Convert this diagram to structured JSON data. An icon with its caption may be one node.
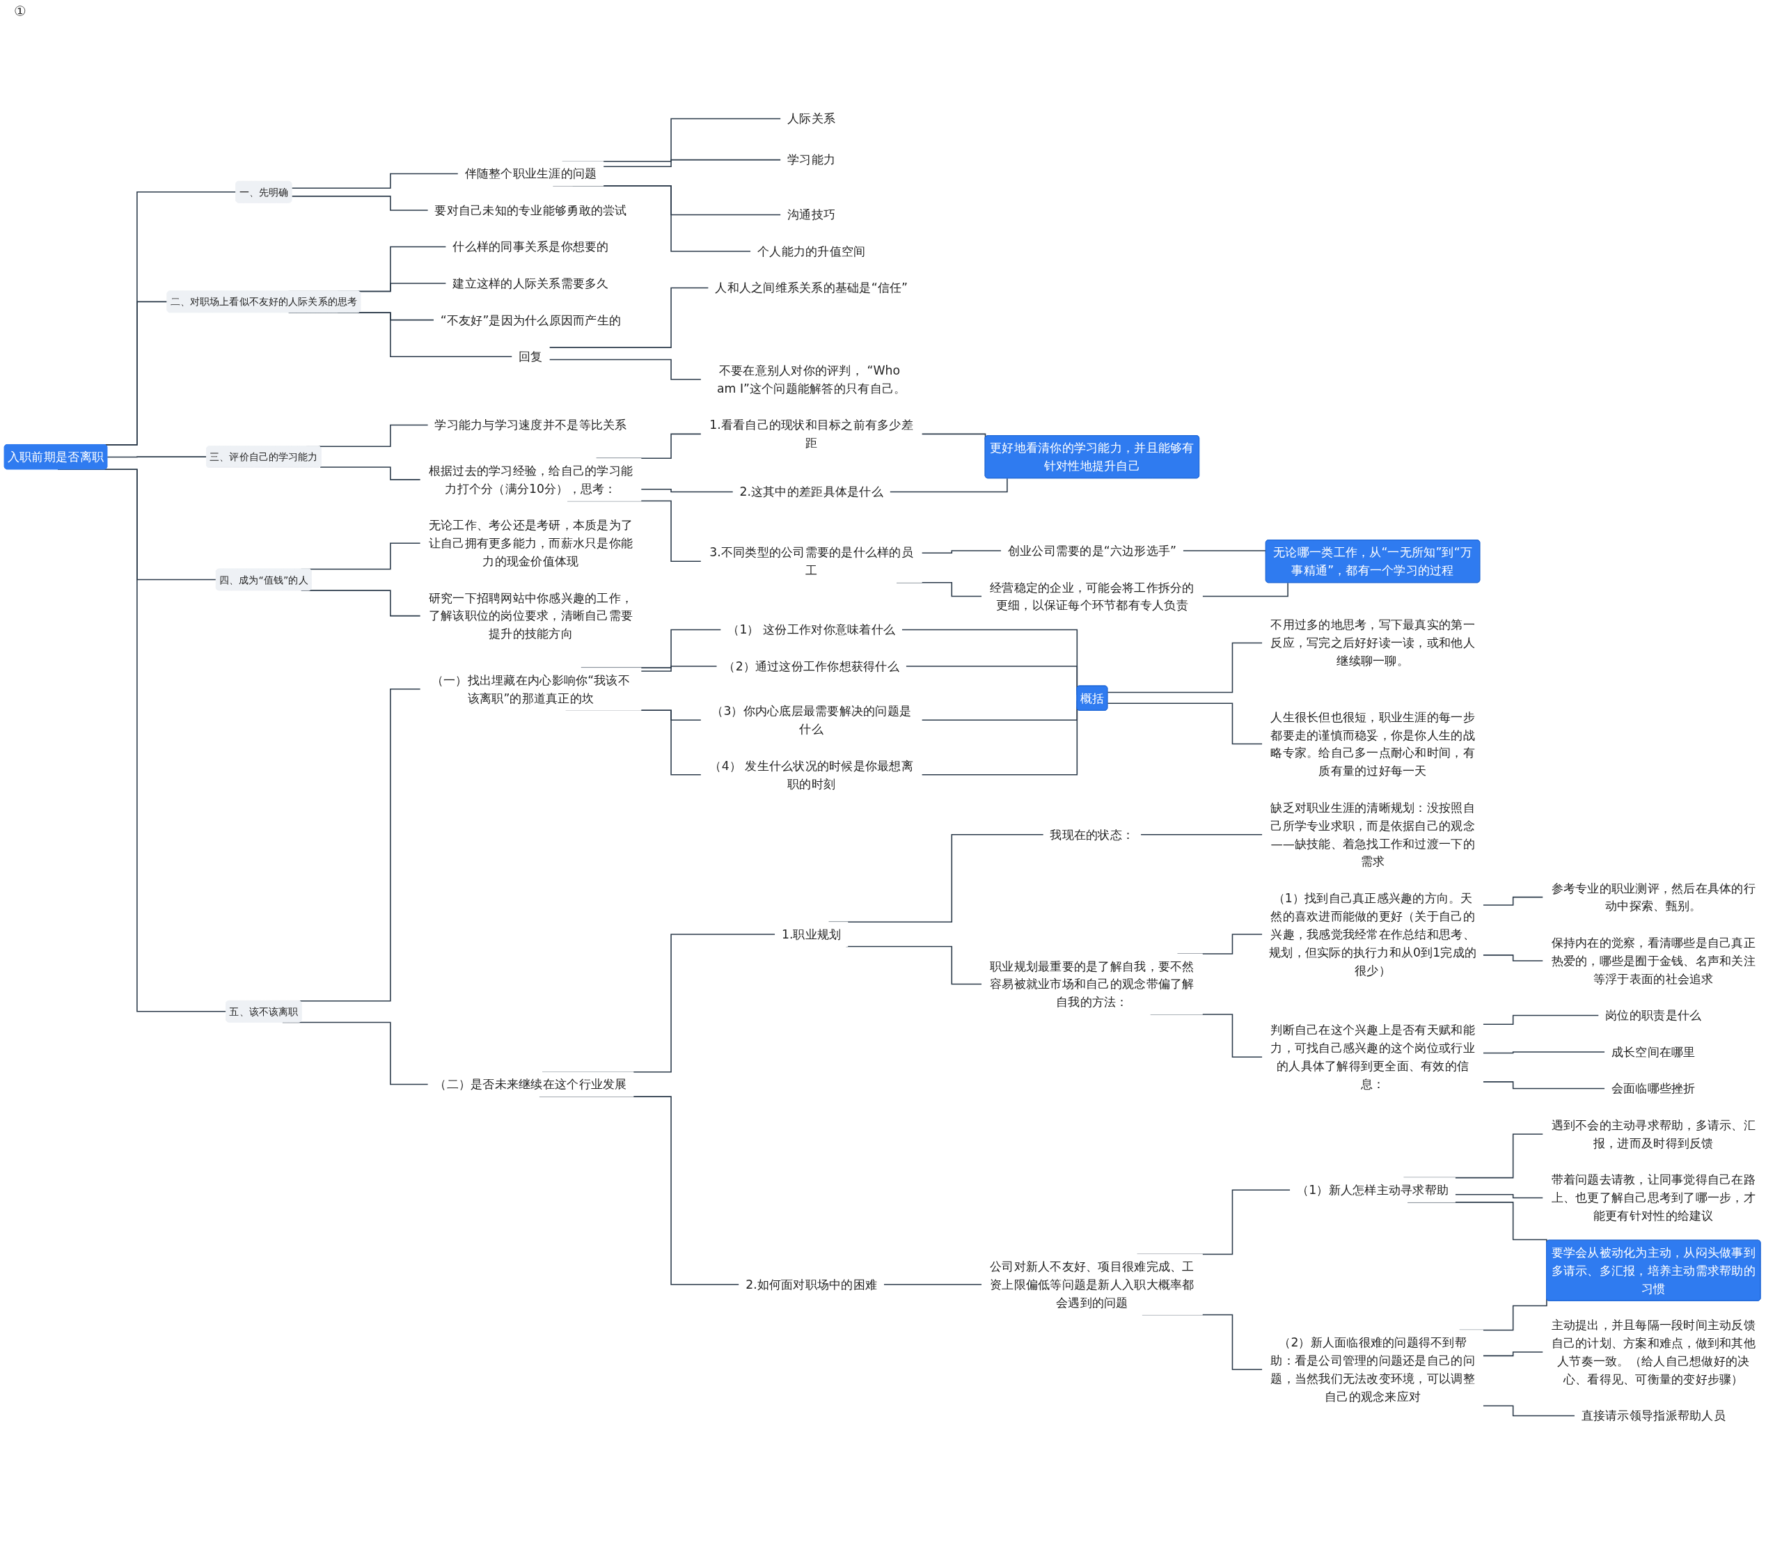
{
  "diagram": {
    "nodes": [
      {
        "text": [
          "入职前期是否离职"
        ]
      },
      {
        "text": [
          "一、先明确"
        ]
      },
      {
        "text": [
          "伴随整个职业生涯的问题"
        ]
      },
      {
        "text": [
          "人际关系"
        ]
      },
      {
        "text": [
          "学习能力"
        ]
      },
      {
        "text": [
          "沟通技巧"
        ]
      },
      {
        "text": [
          "个人能力的升值空间"
        ]
      },
      {
        "text": [
          "要对自己未知的专业能够勇敢的尝试"
        ]
      },
      {
        "text": [
          "二、对职场上看似不友好的人际关系的思考"
        ]
      },
      {
        "text": [
          "什么样的同事关系是你想要的"
        ]
      },
      {
        "text": [
          "建立这样的人际关系需要多久"
        ]
      },
      {
        "text": [
          "“不友好”是因为什么原因而产生的"
        ]
      },
      {
        "text": [
          "回复"
        ]
      },
      {
        "text": [
          "人和人之间维系关系的基础是“信任”"
        ]
      },
      {
        "text": [
          "不要在意别人对你的评判， “Who am I”这个问题能解答的只有自己。"
        ]
      },
      {
        "text": [
          "三、评价自己的学习能力"
        ]
      },
      {
        "text": [
          "学习能力与学习速度并不是等比关系"
        ]
      },
      {
        "text": [
          "根据过去的学习经验，给自己的学习能力打个分（满分10分），思考："
        ]
      },
      {
        "text": [
          "1.看看自己的现状和目标之前有多少差距"
        ]
      },
      {
        "text": [
          "2.这其中的差距具体是什么"
        ]
      },
      {
        "text": [
          "更好地看清你的学习能力，并且能够有针对性地提升自己"
        ]
      },
      {
        "text": [
          "3.不同类型的公司需要的是什么样的员工"
        ]
      },
      {
        "text": [
          "创业公司需要的是“六边形选手”"
        ]
      },
      {
        "text": [
          "经营稳定的企业，可能会将工作拆分的更细，以保证每个环节都有专人负责"
        ]
      },
      {
        "text": [
          "无论哪一类工作，从“一无所知”到“万事精通”，都有一个学习的过程"
        ]
      },
      {
        "text": [
          "四、成为“值钱”的人"
        ]
      },
      {
        "text": [
          "无论工作、考公还是考研，本质是为了让自己拥有更多能力，而薪水只是你能力的现金价值体现"
        ]
      },
      {
        "text": [
          "研究一下招聘网站中你感兴趣的工作，了解该职位的岗位要求，清晰自己需要提升的技能方向"
        ]
      },
      {
        "text": [
          "五、该不该离职"
        ]
      },
      {
        "text": [
          "（一）找出埋藏在内心影响你“我该不该离职”的那道真正的坎"
        ]
      },
      {
        "text": [
          "（1） 这份工作对你意味着什么"
        ]
      },
      {
        "text": [
          "（2）通过这份工作你想获得什么"
        ]
      },
      {
        "text": [
          "（3）你内心底层最需要解决的问题是什么"
        ]
      },
      {
        "text": [
          "（4） 发生什么状况的时候是你最想离职的时刻"
        ]
      },
      {
        "text": [
          "概括"
        ]
      },
      {
        "text": [
          "不用过多的地思考，写下最真实的第一反应，写完之后好好读一读，或和他人继续聊一聊。"
        ]
      },
      {
        "text": [
          "人生很长但也很短，职业生涯的每一步都要走的谨慎而稳妥，你是你人生的战略专家。给自己多一点耐心和时间，有质有量的过好每一天"
        ]
      },
      {
        "text": [
          "（二）是否未来继续在这个行业发展"
        ]
      },
      {
        "text": [
          "1.职业规划"
        ]
      },
      {
        "text": [
          "我现在的状态："
        ]
      },
      {
        "text": [
          "缺乏对职业生涯的清晰规划：没按照自己所学专业求职，而是依据自己的观念——缺技能、着急找工作和过渡一下的需求"
        ]
      },
      {
        "text": [
          "职业规划最重要的是了解自我，要不然容易被就业市场和自己的观念带偏了解自我的方法："
        ]
      },
      {
        "text": [
          "（1）找到自己真正感兴趣的方向。天然的喜欢进而能做的更好（关于自己的兴趣，我感觉我经常在作总结和思考、规划，但实际的执行力和从0到1完成的很少）"
        ]
      },
      {
        "text": [
          "参考专业的职业测评，然后在具体的行动中探索、甄别。"
        ]
      },
      {
        "text": [
          "保持内在的觉察，看清哪些是自己真正热爱的，哪些是囿于金钱、名声和关注等浮于表面的社会追求"
        ]
      },
      {
        "text": [
          "判断自己在这个兴趣上是否有天赋和能力，可找自己感兴趣的这个岗位或行业的人具体了解得到更全面、有效的信息："
        ]
      },
      {
        "text": [
          "岗位的职责是什么"
        ]
      },
      {
        "text": [
          "成长空间在哪里"
        ]
      },
      {
        "text": [
          "会面临哪些挫折"
        ]
      },
      {
        "text": [
          "2.如何面对职场中的困难"
        ]
      },
      {
        "text": [
          "公司对新人不友好、项目很难完成、工资上限偏低等问题是新人入职大概率都会遇到的问题"
        ]
      },
      {
        "text": [
          "（1）新人怎样主动寻求帮助"
        ]
      },
      {
        "text": [
          "遇到不会的主动寻求帮助，多请示、汇报，进而及时得到反馈"
        ]
      },
      {
        "text": [
          "带着问题去请教，让同事觉得自己在路上、也更了解自己思考到了哪一步，才能更有针对性的给建议"
        ]
      },
      {
        "text": [
          "（2）新人面临很难的问题得不到帮助：看是公司管理的问题还是自己的问题，当然我们无法改变环境，可以调整自己的观念来应对"
        ]
      },
      {
        "text": [
          "主动提出，并且每隔一段时间主动反馈自己的计划、方案和难点，做到和其他人节奏一致。（给人自己想做好的决心、看得见、可衡量的变好步骤）"
        ]
      },
      {
        "text": [
          "直接请示领导指派帮助人员"
        ]
      },
      {
        "text": [
          "要学会从被动化为主动，从闷头做事到多请示、多汇报，培养主动需求帮助的习惯"
        ]
      }
    ],
    "edges": [
      {
        "from": 0,
        "to": 1,
        "arrow": "none"
      },
      {
        "from": 1,
        "to": 2,
        "arrow": "none"
      },
      {
        "from": 2,
        "to": 3,
        "arrow": "none"
      },
      {
        "from": 2,
        "to": 4,
        "arrow": "none"
      },
      {
        "from": 2,
        "to": 5,
        "arrow": "none"
      },
      {
        "from": 2,
        "to": 6,
        "arrow": "none"
      },
      {
        "from": 1,
        "to": 7,
        "arrow": "none"
      },
      {
        "from": 0,
        "to": 8,
        "arrow": "none"
      },
      {
        "from": 8,
        "to": 9,
        "arrow": "none"
      },
      {
        "from": 8,
        "to": 10,
        "arrow": "none"
      },
      {
        "from": 8,
        "to": 11,
        "arrow": "none"
      },
      {
        "from": 8,
        "to": 12,
        "arrow": "none"
      },
      {
        "from": 12,
        "to": 13,
        "arrow": "none"
      },
      {
        "from": 12,
        "to": 14,
        "arrow": "none"
      },
      {
        "from": 0,
        "to": 15,
        "arrow": "none"
      },
      {
        "from": 15,
        "to": 16,
        "arrow": "none"
      },
      {
        "from": 15,
        "to": 17,
        "arrow": "none"
      },
      {
        "from": 17,
        "to": 18,
        "arrow": "none"
      },
      {
        "from": 17,
        "to": 19,
        "arrow": "none"
      },
      {
        "from": 18,
        "to": 20,
        "arrow": "none"
      },
      {
        "from": 19,
        "to": 20,
        "arrow": "none"
      },
      {
        "from": 17,
        "to": 21,
        "arrow": "none"
      },
      {
        "from": 21,
        "to": 22,
        "arrow": "none"
      },
      {
        "from": 21,
        "to": 23,
        "arrow": "none"
      },
      {
        "from": 22,
        "to": 24,
        "arrow": "none"
      },
      {
        "from": 23,
        "to": 24,
        "arrow": "none"
      },
      {
        "from": 0,
        "to": 25,
        "arrow": "none"
      },
      {
        "from": 25,
        "to": 26,
        "arrow": "none"
      },
      {
        "from": 25,
        "to": 27,
        "arrow": "none"
      },
      {
        "from": 0,
        "to": 28,
        "arrow": "none"
      },
      {
        "from": 28,
        "to": 29,
        "arrow": "none"
      },
      {
        "from": 29,
        "to": 30,
        "arrow": "none"
      },
      {
        "from": 29,
        "to": 31,
        "arrow": "none"
      },
      {
        "from": 29,
        "to": 32,
        "arrow": "none"
      },
      {
        "from": 29,
        "to": 33,
        "arrow": "none"
      },
      {
        "from": 30,
        "to": 34,
        "arrow": "none"
      },
      {
        "from": 31,
        "to": 34,
        "arrow": "none"
      },
      {
        "from": 32,
        "to": 34,
        "arrow": "none"
      },
      {
        "from": 33,
        "to": 34,
        "arrow": "none"
      },
      {
        "from": 34,
        "to": 35,
        "arrow": "none"
      },
      {
        "from": 34,
        "to": 36,
        "arrow": "none"
      },
      {
        "from": 28,
        "to": 37,
        "arrow": "none"
      },
      {
        "from": 37,
        "to": 38,
        "arrow": "none"
      },
      {
        "from": 38,
        "to": 39,
        "arrow": "none"
      },
      {
        "from": 39,
        "to": 40,
        "arrow": "none"
      },
      {
        "from": 38,
        "to": 41,
        "arrow": "none"
      },
      {
        "from": 41,
        "to": 42,
        "arrow": "none"
      },
      {
        "from": 42,
        "to": 43,
        "arrow": "none"
      },
      {
        "from": 42,
        "to": 44,
        "arrow": "none"
      },
      {
        "from": 41,
        "to": 45,
        "arrow": "none"
      },
      {
        "from": 45,
        "to": 46,
        "arrow": "none"
      },
      {
        "from": 45,
        "to": 47,
        "arrow": "none"
      },
      {
        "from": 45,
        "to": 48,
        "arrow": "none"
      },
      {
        "from": 37,
        "to": 49,
        "arrow": "none"
      },
      {
        "from": 49,
        "to": 50,
        "arrow": "none"
      },
      {
        "from": 50,
        "to": 51,
        "arrow": "none"
      },
      {
        "from": 51,
        "to": 52,
        "arrow": "none"
      },
      {
        "from": 51,
        "to": 53,
        "arrow": "none"
      },
      {
        "from": 50,
        "to": 54,
        "arrow": "none"
      },
      {
        "from": 54,
        "to": 55,
        "arrow": "none"
      },
      {
        "from": 54,
        "to": 56,
        "arrow": "none"
      },
      {
        "from": 51,
        "to": 57,
        "arrow": "none"
      },
      {
        "from": 54,
        "to": 57,
        "arrow": "none"
      }
    ],
    "labels": [
      "①"
    ]
  }
}
